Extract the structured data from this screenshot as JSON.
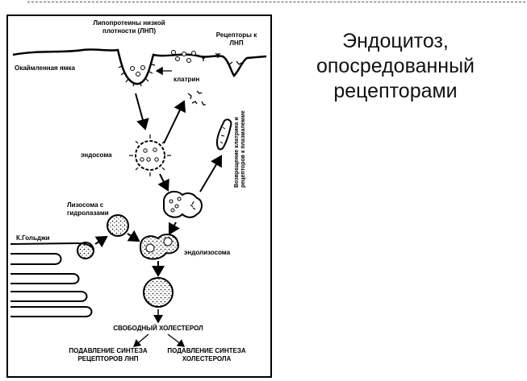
{
  "slide_title": "Эндоцитоз,\nопосредованный\nрецепторами",
  "labels": {
    "ldl": "Липопротеины низкой\nплотности (ЛНП)",
    "receptors": "Рецепторы к\nЛНП",
    "coated_pit": "Окаймленная ямка",
    "clathrin": "клатрин",
    "endosome": "эндосома",
    "return_clathrin": "Возвращение клатрина и\nрецепторов к плазмалемме",
    "lysosome": "Лизосома с\nгидролазами",
    "golgi": "К.Гольджи",
    "endolysosome": "эндолизосома",
    "free_cholesterol": "СВОБОДНЫЙ ХОЛЕСТЕРОЛ",
    "suppress_receptors": "ПОДАВЛЕНИЕ СИНТЕЗА\nРЕЦЕПТОРОВ ЛНП",
    "suppress_cholesterol": "ПОДАВЛЕНИЕ СИНТЕЗА\nХОЛЕСТЕРОЛА"
  }
}
